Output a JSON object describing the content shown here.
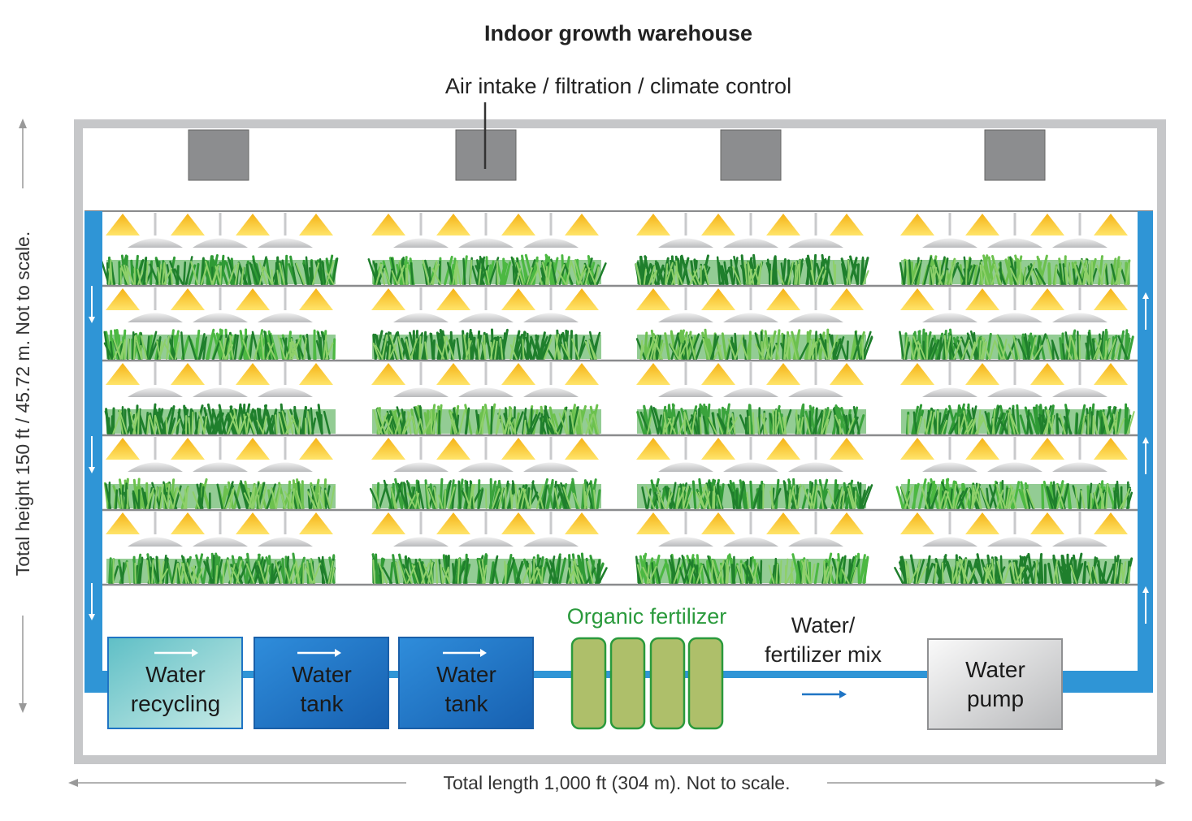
{
  "title": "Indoor growth warehouse",
  "air_label": "Air intake / filtration / climate control",
  "height_label": "Total height 150 ft / 45.72 m. Not to scale.",
  "length_label": "Total length 1,000 ft (304 m). Not to scale.",
  "fertilizer_label": "Organic fertilizer",
  "mix_label": [
    "Water/",
    "fertilizer mix"
  ],
  "boxes": [
    {
      "lines": [
        "Water",
        "recycling"
      ]
    },
    {
      "lines": [
        "Water",
        "tank"
      ]
    },
    {
      "lines": [
        "Water",
        "tank"
      ]
    },
    {
      "lines": [
        "Water",
        "pump"
      ]
    }
  ],
  "growing_shelves": 5,
  "bays_per_shelf": 4,
  "lamps_per_bay": 4,
  "vents": 4,
  "fertilizer_canisters": 4,
  "colors": {
    "frame": "#c6c7c9",
    "water_pipe": "#2f95d6",
    "recycling": "#6cc5c8",
    "tank": "#1f74c4",
    "plant": "#3aa33c",
    "lamp": "#f6c21a",
    "canister": "#aebf6a",
    "pump": "#c8c9cb"
  }
}
